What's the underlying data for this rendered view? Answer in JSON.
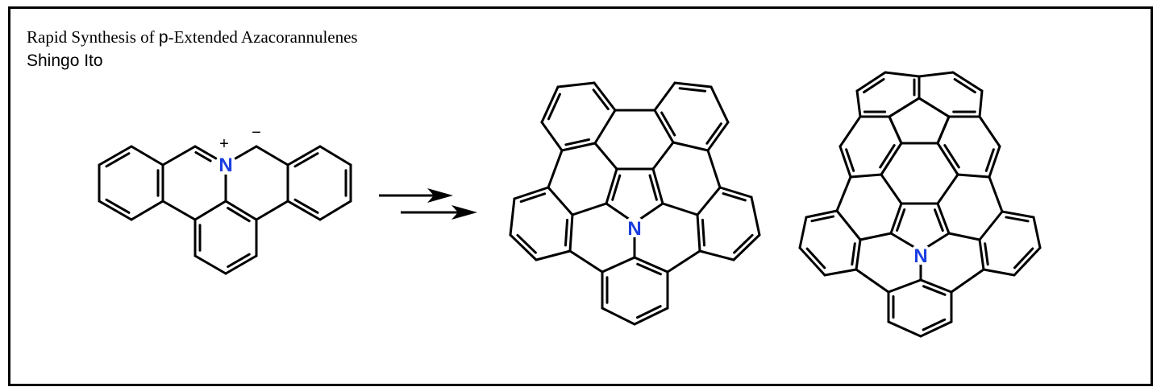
{
  "header": {
    "title_prefix": "Rapid Synthesis of ",
    "title_symbol": "p",
    "title_suffix": "-Extended Azacorannulenes",
    "author": "Shingo Ito"
  },
  "molecules": {
    "starting_material": {
      "atom_label": "N",
      "plus_charge": "+",
      "minus_charge": "−"
    },
    "product_1": {
      "atom_label": "N"
    },
    "product_2": {
      "atom_label": "N"
    }
  },
  "colors": {
    "nitrogen": "#1a3ee0",
    "bond": "#000000"
  }
}
